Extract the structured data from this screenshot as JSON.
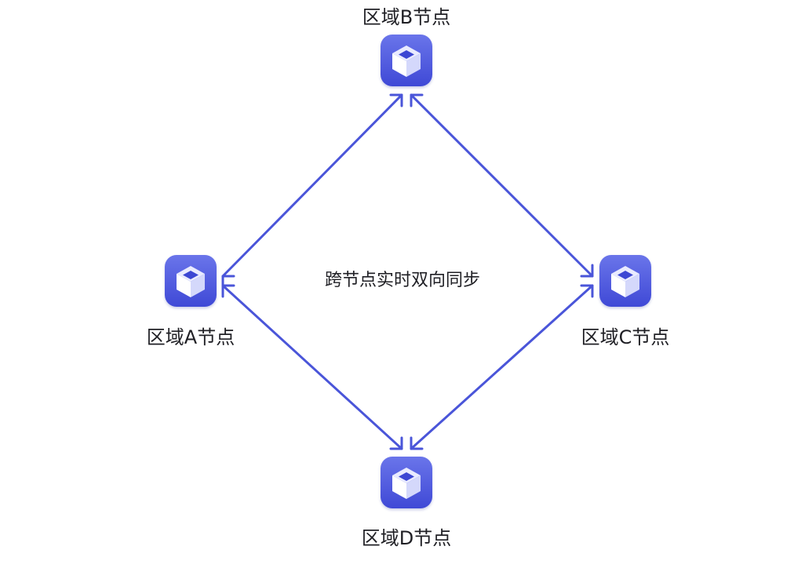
{
  "diagram": {
    "center_label": "跨节点实时双向同步",
    "nodes": {
      "a": {
        "label": "区域A节点",
        "icon": "box-icon"
      },
      "b": {
        "label": "区域B节点",
        "icon": "box-icon"
      },
      "c": {
        "label": "区域C节点",
        "icon": "box-icon"
      },
      "d": {
        "label": "区域D节点",
        "icon": "box-icon"
      }
    },
    "edges": [
      {
        "from": "a",
        "to": "b",
        "direction": "bidirectional"
      },
      {
        "from": "b",
        "to": "c",
        "direction": "bidirectional"
      },
      {
        "from": "c",
        "to": "d",
        "direction": "bidirectional"
      },
      {
        "from": "d",
        "to": "a",
        "direction": "bidirectional"
      }
    ],
    "colors": {
      "arrow": "#4a55d9",
      "node_top": "#6a75ea",
      "node_bottom": "#3f49d6"
    }
  }
}
